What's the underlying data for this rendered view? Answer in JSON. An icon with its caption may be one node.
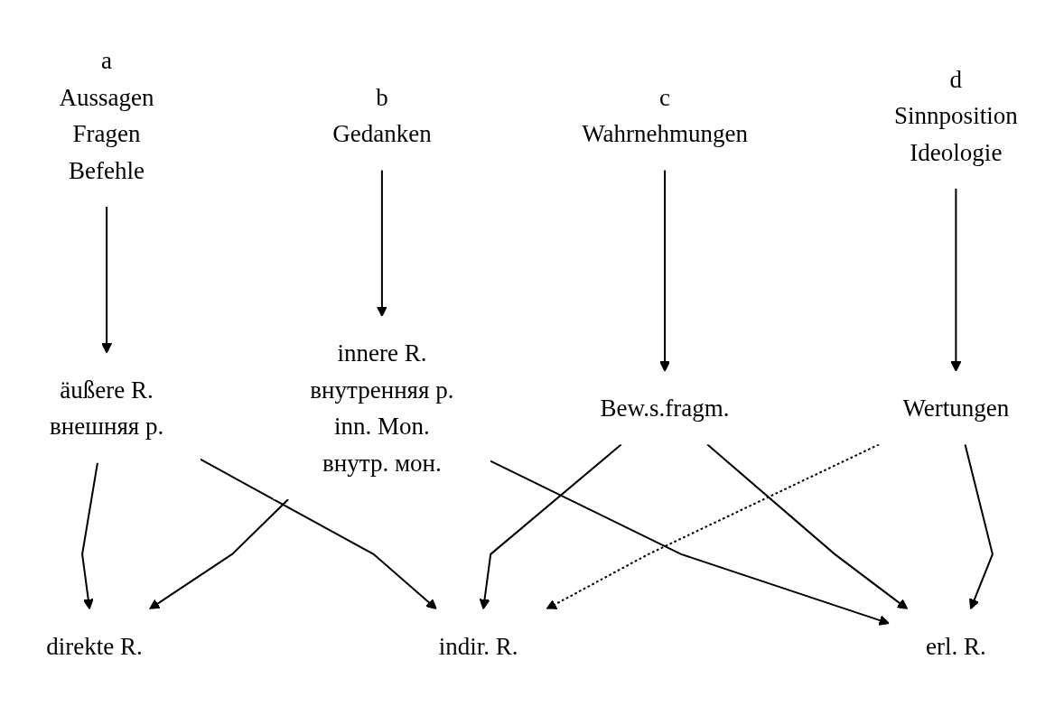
{
  "diagram": {
    "nodes": [
      {
        "text": [
          "a",
          "Aussagen",
          "Fragen",
          "Befehle"
        ]
      },
      {
        "text": [
          "b",
          "Gedanken"
        ]
      },
      {
        "text": [
          "c",
          "Wahrnehmungen"
        ]
      },
      {
        "text": [
          "d",
          "Sinnposition",
          "Ideologie"
        ]
      },
      {
        "text": [
          "äußere R.",
          "внешняя р."
        ]
      },
      {
        "text": [
          "innere R.",
          "внутренняя р.",
          "inn. Mon.",
          "внутр. мон."
        ]
      },
      {
        "text": [
          "Bew.s.fragm."
        ]
      },
      {
        "text": [
          "Wertungen"
        ]
      },
      {
        "text": [
          "direkte R."
        ]
      },
      {
        "text": [
          "indir. R."
        ]
      },
      {
        "text": [
          "erl. R."
        ]
      }
    ],
    "edges": [
      {
        "from": 0,
        "to": 4,
        "arrow": "to"
      },
      {
        "from": 1,
        "to": 5,
        "arrow": "to"
      },
      {
        "from": 2,
        "to": 6,
        "arrow": "to"
      },
      {
        "from": 3,
        "to": 7,
        "arrow": "to"
      },
      {
        "from": 4,
        "to": 8,
        "arrow": "to"
      },
      {
        "from": 4,
        "to": 9,
        "arrow": "to"
      },
      {
        "from": 5,
        "to": 8,
        "arrow": "to"
      },
      {
        "from": 5,
        "to": 10,
        "arrow": "to"
      },
      {
        "from": 6,
        "to": 9,
        "arrow": "to"
      },
      {
        "from": 6,
        "to": 10,
        "arrow": "to"
      },
      {
        "from": 7,
        "to": 9,
        "arrow": "to",
        "style": "dashed"
      },
      {
        "from": 7,
        "to": 10,
        "arrow": "to"
      }
    ]
  }
}
